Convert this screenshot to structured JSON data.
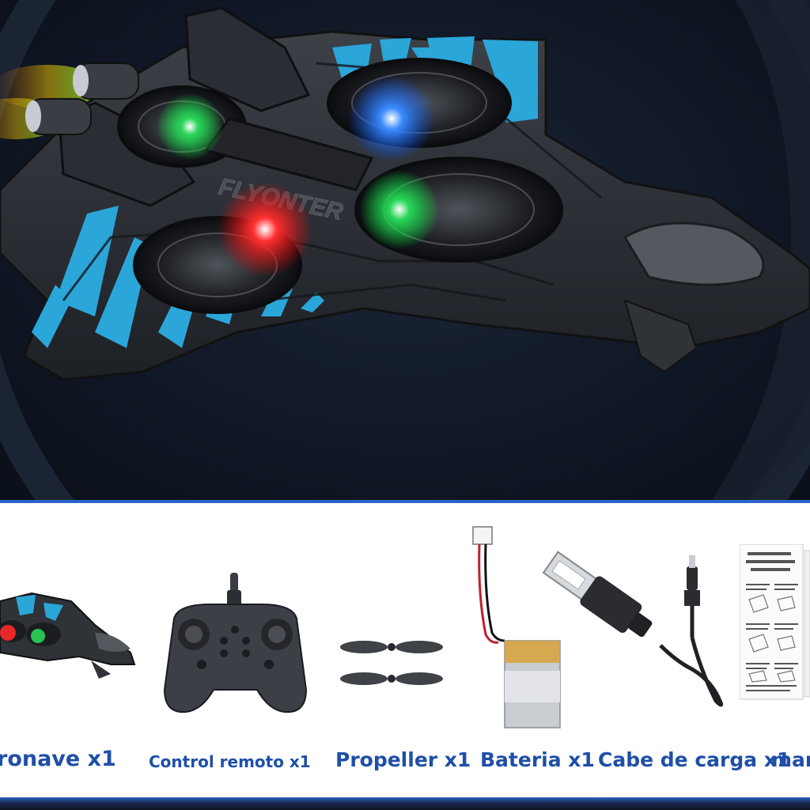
{
  "hero": {
    "brand_text": "FLYONTER",
    "colors": {
      "background": "#111826",
      "body": "#2f3339",
      "camo": "#2aa6d9",
      "led_red": "#ff2a2a",
      "led_green": "#2bd65a",
      "led_blue": "#3a8cff"
    }
  },
  "package_contents": {
    "items": [
      {
        "label": "ronave x1",
        "icon": "airplane-icon"
      },
      {
        "label": "Control remoto x1",
        "icon": "remote-control-icon"
      },
      {
        "label": "Propeller x1",
        "icon": "propeller-icon"
      },
      {
        "label": "Bateria x1",
        "icon": "battery-icon"
      },
      {
        "label": "Cabe de carga x1",
        "icon": "usb-cable-icon"
      },
      {
        "label": "mar",
        "icon": "manual-icon"
      }
    ],
    "accent_color": "#1f4fa8"
  }
}
